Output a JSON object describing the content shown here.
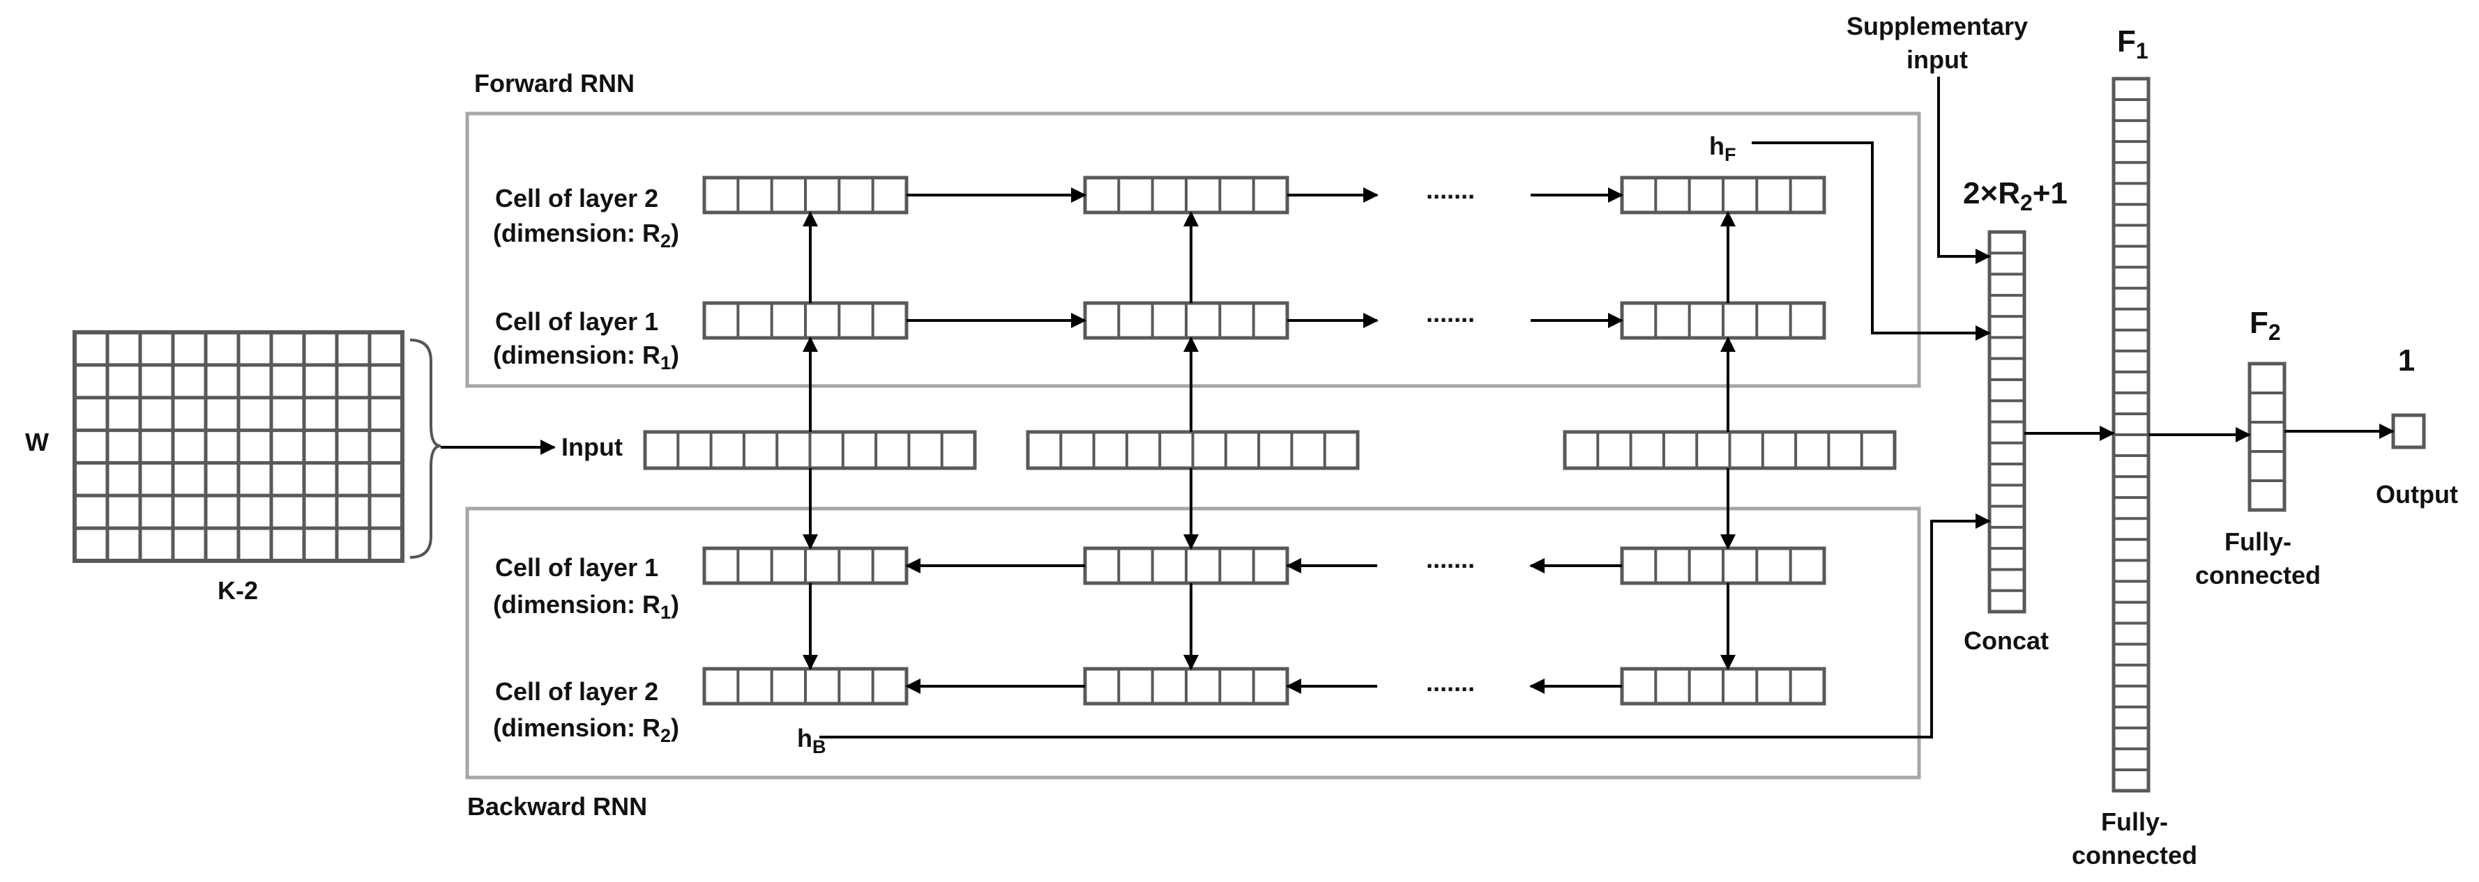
{
  "colors": {
    "cell_stroke": "#595959",
    "panel_stroke": "#a6a6a6",
    "arrow": "#000000",
    "text": "#111111"
  },
  "labels": {
    "forward_rnn": "Forward RNN",
    "backward_rnn": "Backward RNN",
    "forward_layer2": "Cell of layer 2",
    "forward_layer2_dim": {
      "prefix": "(dimension: R",
      "sub": "2",
      "suffix": ")"
    },
    "forward_layer1": "Cell of layer 1",
    "forward_layer1_dim": {
      "prefix": "(dimension: R",
      "sub": "1",
      "suffix": ")"
    },
    "backward_layer1": "Cell of layer 1",
    "backward_layer1_dim": {
      "prefix": "(dimension: R",
      "sub": "1",
      "suffix": ")"
    },
    "backward_layer2": "Cell of layer 2",
    "backward_layer2_dim": {
      "prefix": "(dimension: R",
      "sub": "2",
      "suffix": ")"
    },
    "input": "Input",
    "w": "W",
    "k2": "K-2",
    "hf": {
      "main": "h",
      "sub": "F"
    },
    "hb": {
      "main": "h",
      "sub": "B"
    },
    "ellipsis": ".......",
    "supplementary_1": "Supplementary",
    "supplementary_2": "input",
    "concat_size": {
      "pre": "2×R",
      "sub": "2",
      "post": "+1"
    },
    "concat": "Concat",
    "f1": {
      "main": "F",
      "sub": "1"
    },
    "f2": {
      "main": "F",
      "sub": "2"
    },
    "fc1_1": "Fully-",
    "fc1_2": "connected",
    "fc2_1": "Fully-",
    "fc2_2": "connected",
    "one": "1",
    "output": "Output"
  }
}
